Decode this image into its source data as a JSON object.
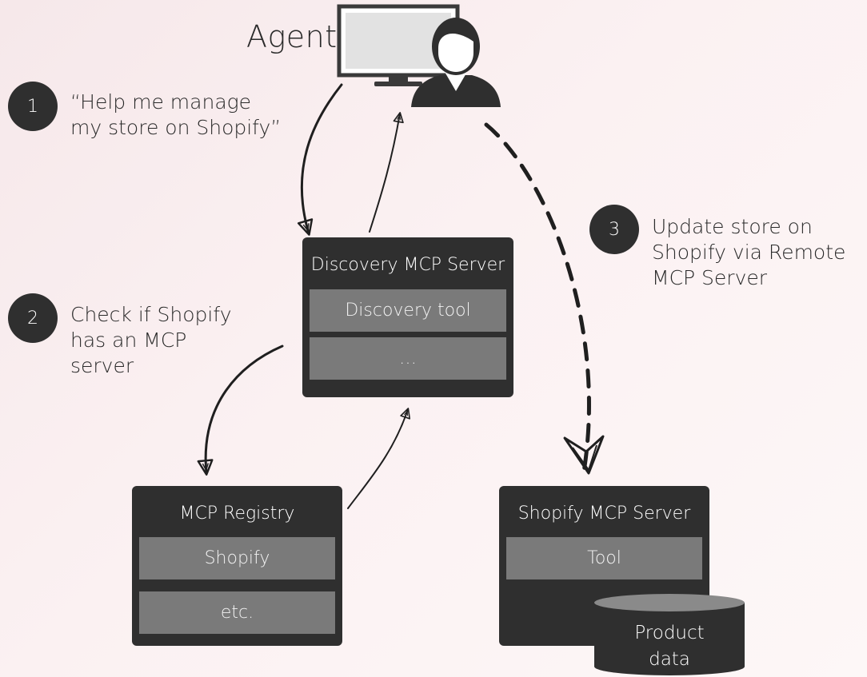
{
  "agent": {
    "label": "Agent"
  },
  "steps": [
    {
      "number": "1",
      "lines": [
        "“Help me manage",
        "my store on Shopify”"
      ]
    },
    {
      "number": "2",
      "lines": [
        "Check if Shopify",
        "has an MCP",
        "server"
      ]
    },
    {
      "number": "3",
      "lines": [
        "Update store on",
        "Shopify via Remote",
        "MCP Server"
      ]
    }
  ],
  "discovery_server": {
    "title": "Discovery MCP Server",
    "items": [
      "Discovery tool",
      "…"
    ]
  },
  "registry": {
    "title": "MCP Registry",
    "items": [
      "Shopify",
      "etc."
    ]
  },
  "shopify_server": {
    "title": "Shopify MCP Server",
    "items": [
      "Tool"
    ],
    "database_lines": [
      "Product",
      "data"
    ]
  },
  "colors": {
    "box": "#2f2f2f",
    "slot": "#7a7a7a",
    "circle": "#2f2f2f"
  },
  "icons": [
    "monitor-icon",
    "person-icon",
    "database-icon"
  ]
}
